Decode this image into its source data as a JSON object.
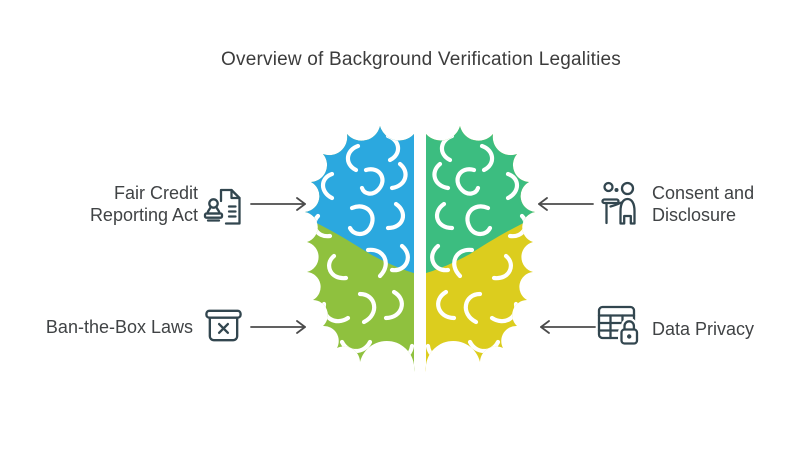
{
  "title": "Overview of Background Verification Legalities",
  "diagram_type": "brain-quadrant-infographic",
  "items": [
    {
      "label": "Fair Credit\nReporting Act",
      "icon": "stamp-document-icon",
      "position": "top-left",
      "arrow_direction": "right",
      "brain_region_color": "#2BA8DF"
    },
    {
      "label": "Consent and\nDisclosure",
      "icon": "presentation-people-icon",
      "position": "top-right",
      "arrow_direction": "left",
      "brain_region_color": "#3CBD80"
    },
    {
      "label": "Ban-the-Box Laws",
      "icon": "ballot-box-x-icon",
      "position": "bottom-left",
      "arrow_direction": "right",
      "brain_region_color": "#8FC13E"
    },
    {
      "label": "Data Privacy",
      "icon": "table-lock-icon",
      "position": "bottom-right",
      "arrow_direction": "left",
      "brain_region_color": "#DCCD1E"
    }
  ],
  "colors": {
    "background": "#ffffff",
    "title_text": "#3c3c3c",
    "label_text": "#404345",
    "icon_stroke": "#32464f",
    "arrow": "#4b4b4b",
    "brain_top_left": "#2BA8DF",
    "brain_top_right": "#3CBD80",
    "brain_bottom_left": "#8FC13E",
    "brain_bottom_right": "#DCCD1E"
  }
}
